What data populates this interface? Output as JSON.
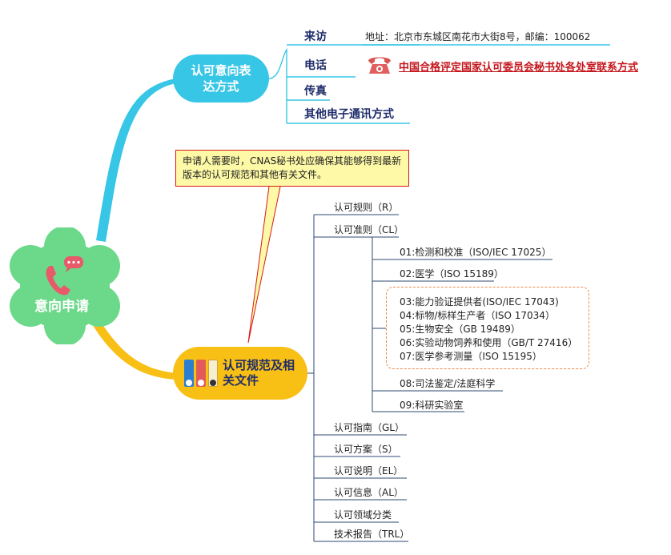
{
  "root": {
    "label": "意向申请",
    "icon": "phone-chat-icon",
    "color": "#6cd98a"
  },
  "branch_expression": {
    "label": "认可意向表达方式",
    "color": "#38c6e6",
    "items": [
      {
        "label": "来访",
        "note": "地址：北京市东城区南花市大街8号，邮编：100062"
      },
      {
        "label": "电话",
        "link": "中国合格评定国家认可委员会秘书处各处室联系方式",
        "icon": "telephone-icon"
      },
      {
        "label": "传真"
      },
      {
        "label": "其他电子通讯方式"
      }
    ]
  },
  "callout": {
    "text": "申请人需要时，CNAS秘书处应确保其能够得到最新版本的认可规范和其他有关文件。"
  },
  "branch_documents": {
    "label": "认可规范及相关文件",
    "icon": "binders-icon",
    "color": "#f8bf14",
    "items": [
      {
        "label": "认可规则（R）"
      },
      {
        "label": "认可准则（CL）",
        "children": [
          "01:检测和校准（ISO/IEC 17025）",
          "02:医学（ISO 15189）",
          "03:能力验证提供者(ISO/IEC 17043)",
          "04:标物/标样生产者（ISO 17034）",
          "05:生物安全（GB 19489）",
          "06:实验动物饲养和使用（GB/T 27416）",
          "07:医学参考测量（ISO 15195）",
          "08:司法鉴定/法庭科学",
          "09:科研实验室"
        ]
      },
      {
        "label": "认可指南（GL）"
      },
      {
        "label": "认可方案（S）"
      },
      {
        "label": "认可说明（EL）"
      },
      {
        "label": "认可信息（AL）"
      },
      {
        "label": "认可领域分类"
      },
      {
        "label": "技术报告（TRL）"
      }
    ]
  }
}
